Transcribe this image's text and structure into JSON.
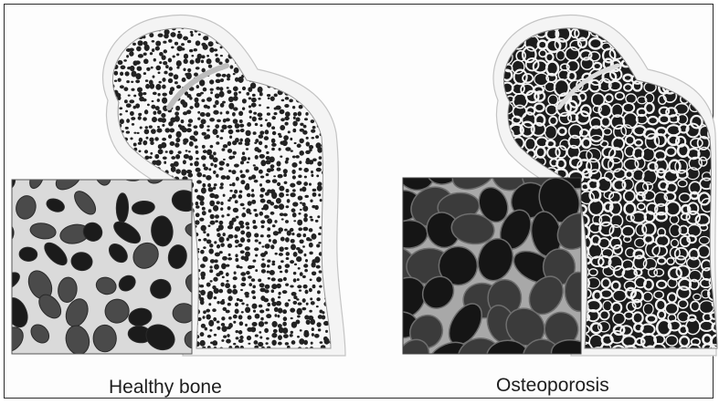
{
  "captions": {
    "healthy": "Healthy bone",
    "osteoporosis": "Osteoporosis"
  },
  "panels": [
    {
      "id": "healthy",
      "caption_key": "captions.healthy",
      "condition": "dense trabecular bone, small pores"
    },
    {
      "id": "osteoporosis",
      "caption_key": "captions.osteoporosis",
      "condition": "porous trabecular bone, large pores"
    }
  ],
  "colors": {
    "frame": "#2b2b2b",
    "bone_outline": "#b5b5b5",
    "pore": "#1a1a1a",
    "matrix_light": "#dcdcdc",
    "matrix_osteo": "#a9a9a9"
  }
}
